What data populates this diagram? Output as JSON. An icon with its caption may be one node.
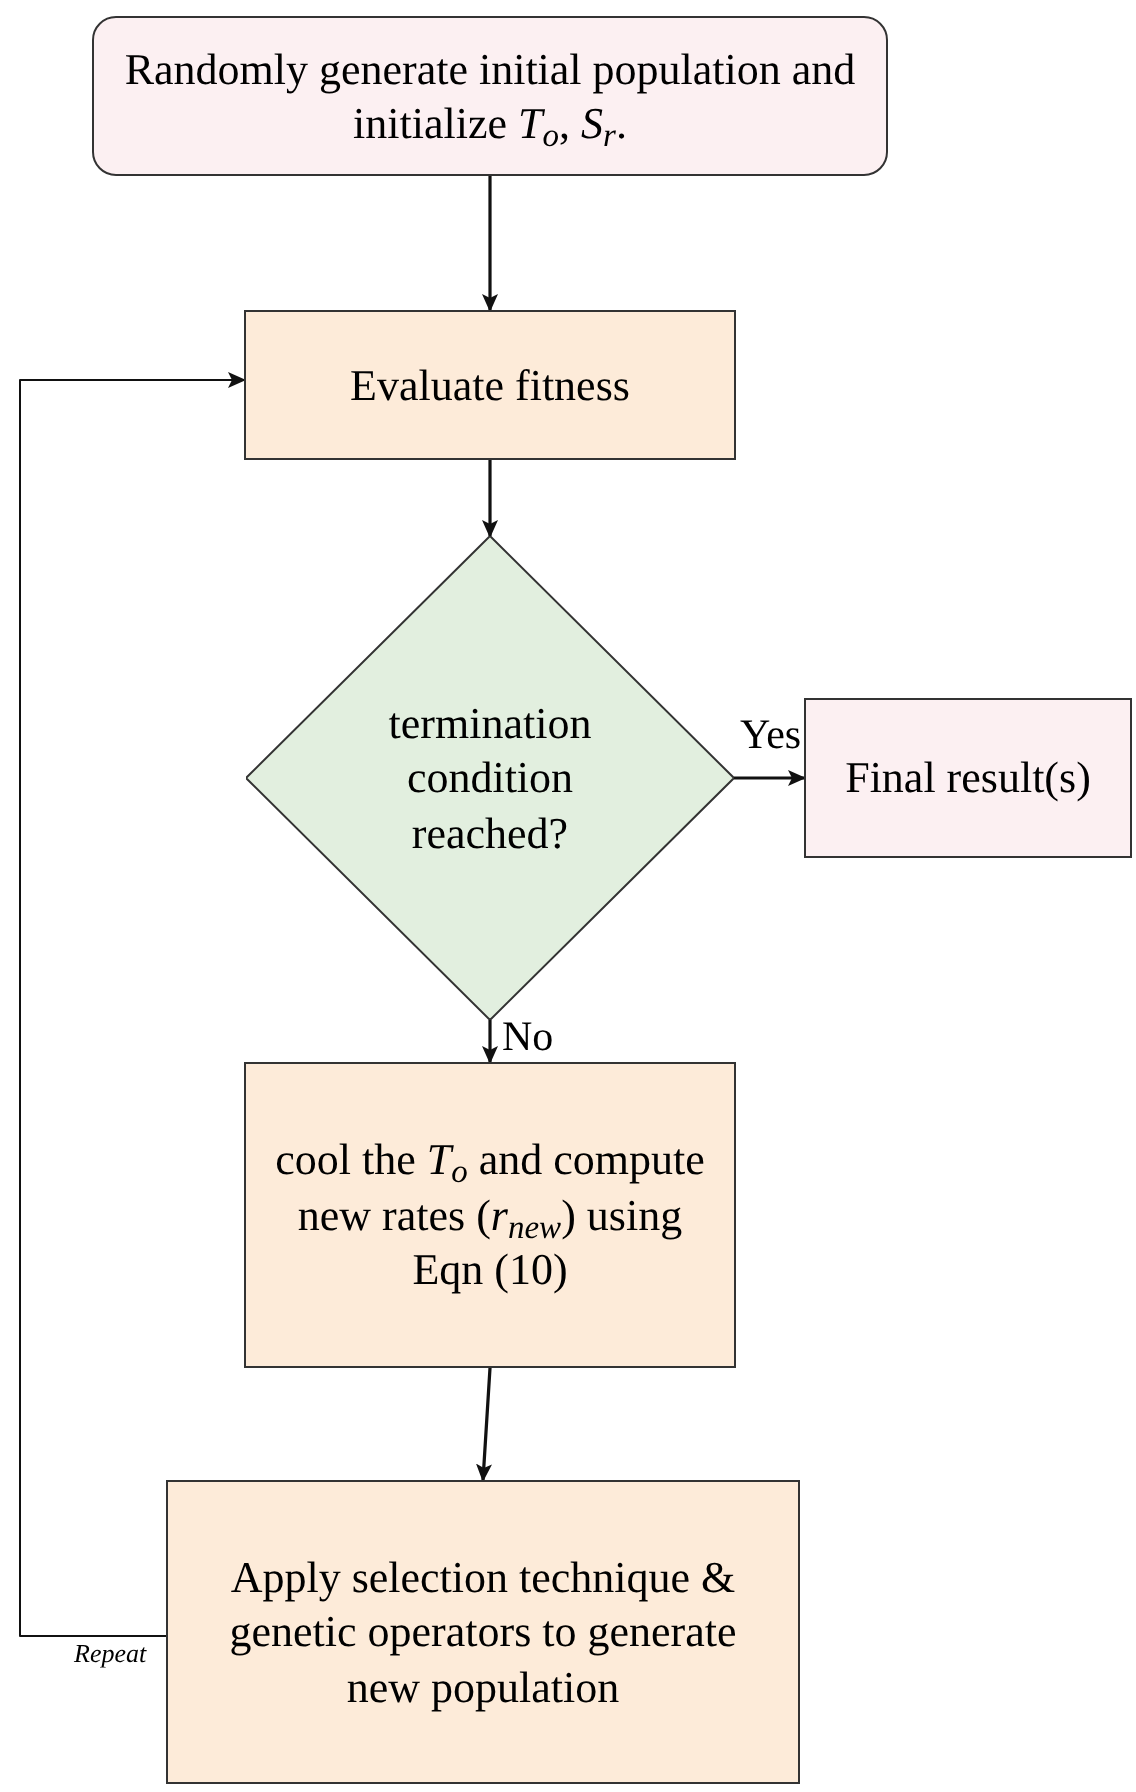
{
  "diagram": {
    "nodes": [
      {
        "text": [
          "Randomly generate initial population and initialize *T*$_{o}$, *S*$_{r}$."
        ]
      },
      {
        "text": [
          "Evaluate fitness"
        ]
      },
      {
        "text": [
          "termination condition reached?"
        ]
      },
      {
        "text": [
          "Final result(s)"
        ]
      },
      {
        "text": [
          "cool the *T*$_{o}$ and compute new rates (*r*$_{new}$) using Eqn (10)"
        ]
      },
      {
        "text": [
          "Apply selection technique & genetic operators to generate new population"
        ]
      }
    ],
    "edges": [
      {
        "from": 0,
        "to": 1,
        "arrow": "to"
      },
      {
        "from": 1,
        "to": 2,
        "arrow": "to"
      },
      {
        "from": 2,
        "to": 3,
        "arrow": "to",
        "label": "Yes"
      },
      {
        "from": 2,
        "to": 4,
        "arrow": "to",
        "label": "No"
      },
      {
        "from": 4,
        "to": 5,
        "arrow": "to"
      },
      {
        "from": 5,
        "to": 1,
        "arrow": "to",
        "label": "Repeat"
      }
    ]
  }
}
